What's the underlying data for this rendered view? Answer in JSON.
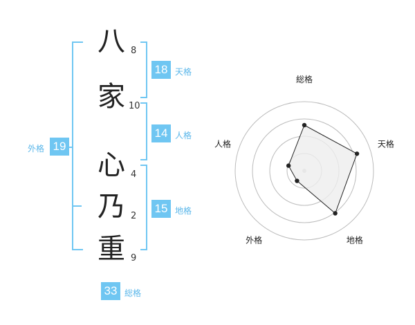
{
  "name": {
    "chars": [
      {
        "char": "八",
        "strokes": "8"
      },
      {
        "char": "家",
        "strokes": "10"
      },
      {
        "char": "心",
        "strokes": "4"
      },
      {
        "char": "乃",
        "strokes": "2"
      },
      {
        "char": "重",
        "strokes": "9"
      }
    ]
  },
  "kaku": {
    "tenkaku": {
      "label": "天格",
      "value": "18"
    },
    "jinkaku": {
      "label": "人格",
      "value": "14"
    },
    "chikaku": {
      "label": "地格",
      "value": "15"
    },
    "gaikaku": {
      "label": "外格",
      "value": "19"
    },
    "soukaku": {
      "label": "総格",
      "value": "33"
    }
  },
  "chart_data": {
    "type": "radar",
    "categories": [
      "総格",
      "天格",
      "地格",
      "外格",
      "人格"
    ],
    "values": [
      3.3,
      4.0,
      3.8,
      0.9,
      1.2
    ],
    "range": [
      0,
      5
    ],
    "rings": 4,
    "colors": {
      "fill": "#eeeeee",
      "line": "#222222",
      "ring": "#bbbbbb"
    }
  }
}
